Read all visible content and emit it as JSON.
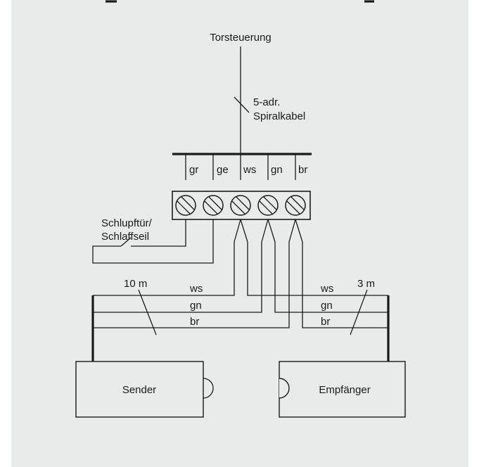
{
  "diagram": {
    "controller_label": "Torsteuerung",
    "cable_label_line1": "5-adr.",
    "cable_label_line2": "Spiralkabel",
    "wire_labels": [
      "gr",
      "ge",
      "ws",
      "gn",
      "br"
    ],
    "switch_label_line1": "Schlupftür/",
    "switch_label_line2": "Schlaffseil",
    "left_cable_length": "10 m",
    "right_cable_length": "3 m",
    "left_wires": [
      "ws",
      "gn",
      "br"
    ],
    "right_wires": [
      "ws",
      "gn",
      "br"
    ],
    "sender_label": "Sender",
    "receiver_label": "Empfänger"
  },
  "colors": {
    "background": "#e9eaea",
    "line": "#1a1a1a",
    "box_fill": "#e9eaea"
  }
}
